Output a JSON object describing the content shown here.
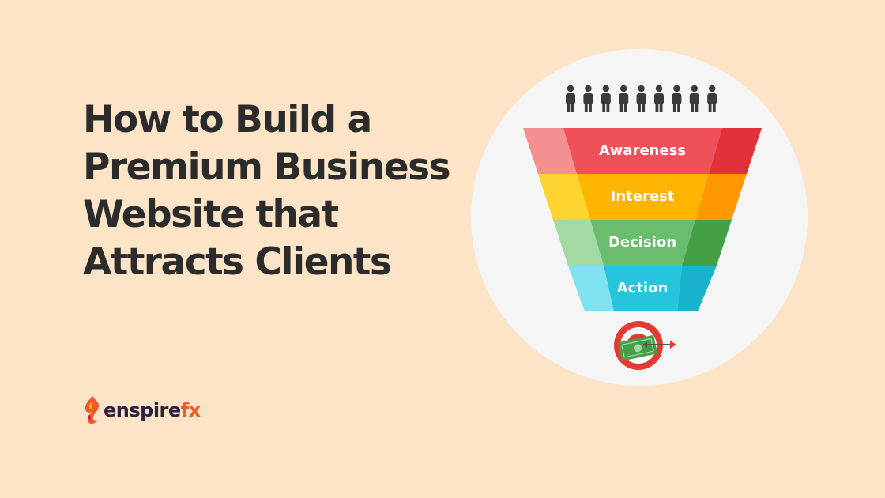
{
  "headline": {
    "lines": [
      "How to Build a",
      "Premium Business",
      "Website that",
      "Attracts Clients"
    ]
  },
  "logo": {
    "name_main": "enspire",
    "name_accent": "fx",
    "colors": {
      "main": "#2b2140",
      "accent": "#f05a28",
      "flame": "#f05a28"
    }
  },
  "funnel": {
    "people_count": 9,
    "stages": [
      {
        "label": "Awareness",
        "color": "#f0505a",
        "light": "#f59090",
        "dark": "#e03238"
      },
      {
        "label": "Interest",
        "color": "#ffb400",
        "light": "#ffd330",
        "dark": "#ff9800"
      },
      {
        "label": "Decision",
        "color": "#6abd6e",
        "light": "#a3d9a2",
        "dark": "#43a047"
      },
      {
        "label": "Action",
        "color": "#26c5dc",
        "light": "#7fe3ef",
        "dark": "#18b3cb"
      }
    ],
    "target_icon": "money-target-icon"
  },
  "colors": {
    "background": "#fde4c7",
    "circle": "#f5f5f5",
    "headline": "#2b2b2b"
  }
}
